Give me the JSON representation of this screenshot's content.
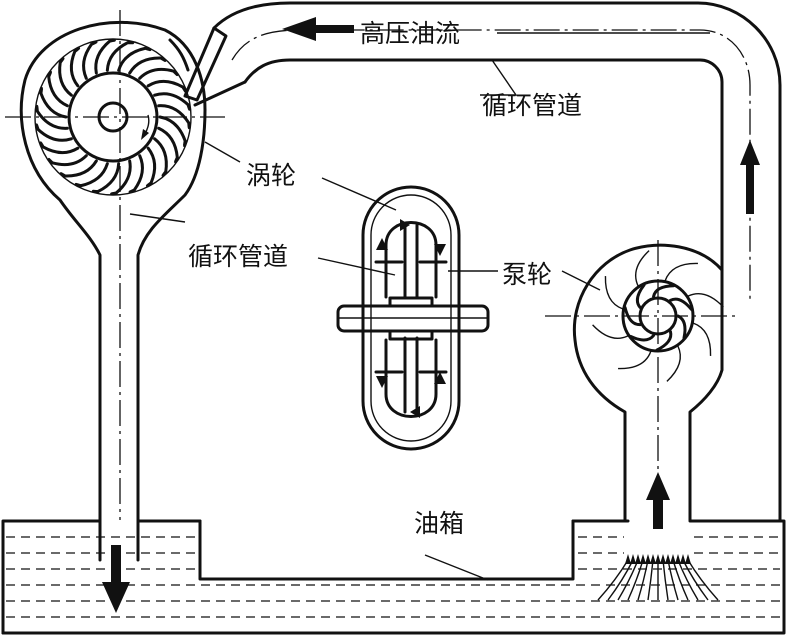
{
  "labels": {
    "high_pressure_flow": "高压油流",
    "circulation_pipe_top": "循环管道",
    "turbine": "涡轮",
    "circulation_pipe_left": "循环管道",
    "pump_wheel": "泵轮",
    "oil_tank": "油箱"
  }
}
